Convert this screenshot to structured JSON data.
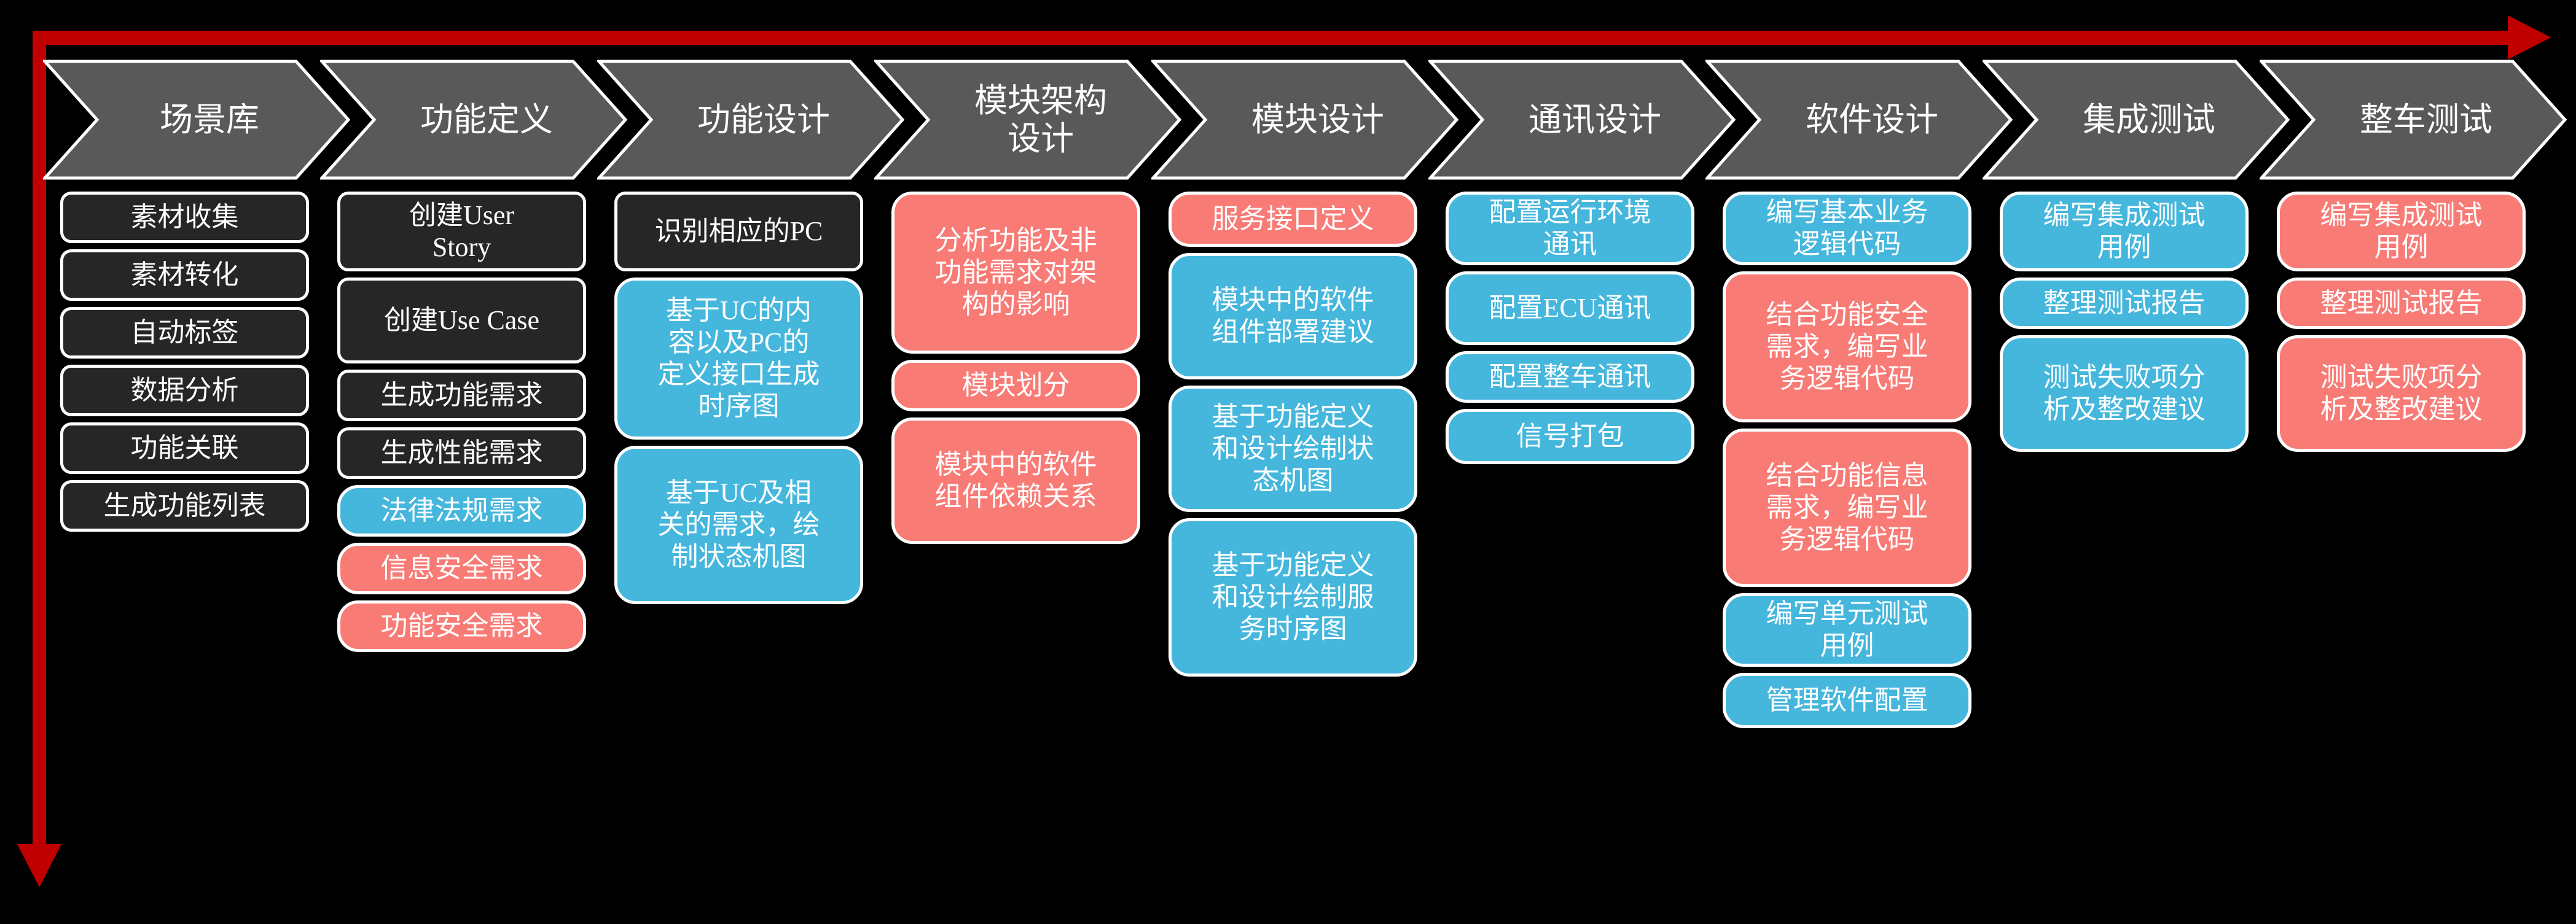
{
  "colors": {
    "background": "#000000",
    "arrow_red": "#C00000",
    "chevron_fill": "#595959",
    "chevron_border": "#FFFFFF",
    "task_dark": "#262626",
    "task_blue": "#45B6DC",
    "task_red": "#F87B76",
    "text": "#FFFFFF"
  },
  "flow": {
    "stages": [
      {
        "label": "场景库",
        "tasks": [
          {
            "label": "素材收集",
            "color": "dark"
          },
          {
            "label": "素材转化",
            "color": "dark"
          },
          {
            "label": "自动标签",
            "color": "dark"
          },
          {
            "label": "数据分析",
            "color": "dark"
          },
          {
            "label": "功能关联",
            "color": "dark"
          },
          {
            "label": "生成功能列表",
            "color": "dark"
          }
        ]
      },
      {
        "label": "功能定义",
        "tasks": [
          {
            "label": "创建User\nStory",
            "color": "dark"
          },
          {
            "label": "创建Use Case",
            "color": "dark"
          },
          {
            "label": "生成功能需求",
            "color": "dark"
          },
          {
            "label": "生成性能需求",
            "color": "dark"
          },
          {
            "label": "法律法规需求",
            "color": "blue"
          },
          {
            "label": "信息安全需求",
            "color": "red"
          },
          {
            "label": "功能安全需求",
            "color": "red"
          }
        ]
      },
      {
        "label": "功能设计",
        "tasks": [
          {
            "label": "识别相应的PC",
            "color": "dark"
          },
          {
            "label": "基于UC的内\n容以及PC的\n定义接口生成\n时序图",
            "color": "blue"
          },
          {
            "label": "基于UC及相\n关的需求，绘\n制状态机图",
            "color": "blue"
          }
        ]
      },
      {
        "label": "模块架构\n设计",
        "tasks": [
          {
            "label": "分析功能及非\n功能需求对架\n构的影响",
            "color": "red"
          },
          {
            "label": "模块划分",
            "color": "red"
          },
          {
            "label": "模块中的软件\n组件依赖关系",
            "color": "red"
          }
        ]
      },
      {
        "label": "模块设计",
        "tasks": [
          {
            "label": "服务接口定义",
            "color": "red"
          },
          {
            "label": "模块中的软件\n组件部署建议",
            "color": "blue"
          },
          {
            "label": "基于功能定义\n和设计绘制状\n态机图",
            "color": "blue"
          },
          {
            "label": "基于功能定义\n和设计绘制服\n务时序图",
            "color": "blue"
          }
        ]
      },
      {
        "label": "通讯设计",
        "tasks": [
          {
            "label": "配置运行环境\n通讯",
            "color": "blue"
          },
          {
            "label": "配置ECU通讯",
            "color": "blue"
          },
          {
            "label": "配置整车通讯",
            "color": "blue"
          },
          {
            "label": "信号打包",
            "color": "blue"
          }
        ]
      },
      {
        "label": "软件设计",
        "tasks": [
          {
            "label": "编写基本业务\n逻辑代码",
            "color": "blue"
          },
          {
            "label": "结合功能安全\n需求，编写业\n务逻辑代码",
            "color": "red"
          },
          {
            "label": "结合功能信息\n需求，编写业\n务逻辑代码",
            "color": "red"
          },
          {
            "label": "编写单元测试\n用例",
            "color": "blue"
          },
          {
            "label": "管理软件配置",
            "color": "blue"
          }
        ]
      },
      {
        "label": "集成测试",
        "tasks": [
          {
            "label": "编写集成测试\n用例",
            "color": "blue"
          },
          {
            "label": "整理测试报告",
            "color": "blue"
          },
          {
            "label": "测试失败项分\n析及整改建议",
            "color": "blue"
          }
        ]
      },
      {
        "label": "整车测试",
        "tasks": [
          {
            "label": "编写集成测试\n用例",
            "color": "red"
          },
          {
            "label": "整理测试报告",
            "color": "red"
          },
          {
            "label": "测试失败项分\n析及整改建议",
            "color": "red"
          }
        ]
      }
    ]
  }
}
